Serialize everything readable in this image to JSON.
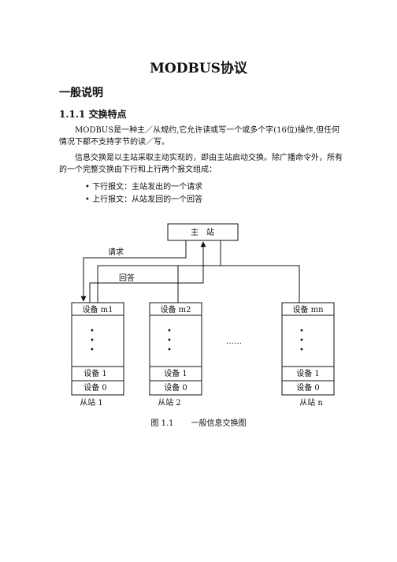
{
  "document": {
    "title": "MODBUS协议",
    "section": "一般说明",
    "subsection": "1.1.1 交换特点",
    "paragraph1": "MODBUS是一种主／从规约,它允许读或写一个或多个字(16位)操作,但任何情况下都不支持字节的读／写。",
    "paragraph2": "信息交换是以主站采取主动实现的，即由主站启动交换。除广播命令外，所有的一个完整交换由下行和上行两个报文组成：",
    "bullets": [
      "• 下行报文：主站发出的一个请求",
      "• 上行报文：从站发回的一个回答"
    ]
  },
  "figure": {
    "master_label": "主　站",
    "request_label": "请求",
    "answer_label": "回答",
    "ellipsis": "……",
    "dot": "•",
    "stations": [
      {
        "top": "设备 m1",
        "dev1": "设备 1",
        "dev0": "设备 0",
        "label": "从站 1"
      },
      {
        "top": "设备 m2",
        "dev1": "设备 1",
        "dev0": "设备 0",
        "label": "从站 2"
      },
      {
        "top": "设备 mn",
        "dev1": "设备 1",
        "dev0": "设备 0",
        "label": "从站 n"
      }
    ],
    "caption_number": "图 1.1",
    "caption_text": "一般信息交换图"
  }
}
